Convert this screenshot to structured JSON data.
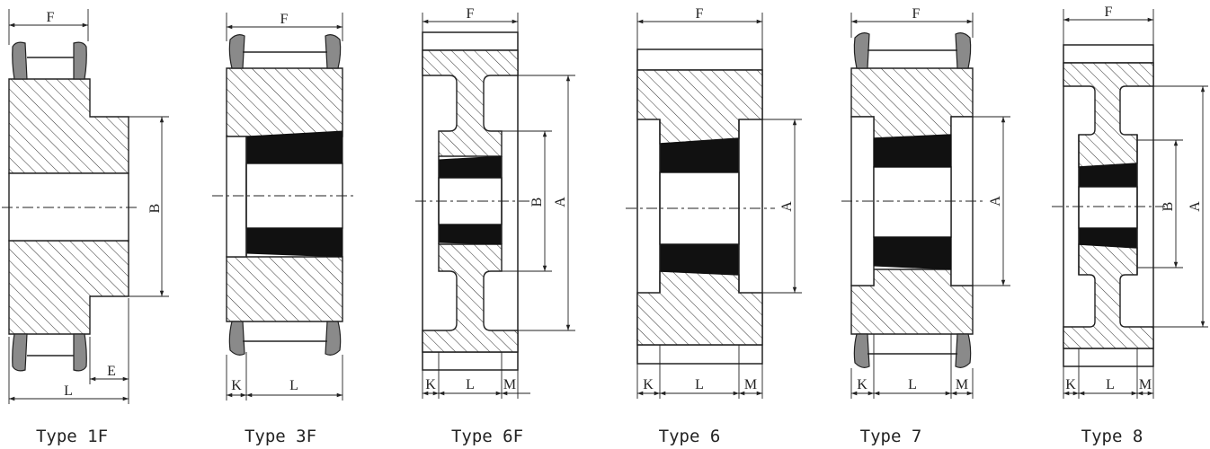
{
  "diagrams": [
    {
      "id": "type-1f",
      "caption": "Type 1F",
      "dims": {
        "F": "F",
        "B": "B",
        "E": "E",
        "L": "L"
      }
    },
    {
      "id": "type-3f",
      "caption": "Type 3F",
      "dims": {
        "F": "F",
        "K": "K",
        "L": "L"
      }
    },
    {
      "id": "type-6f",
      "caption": "Type 6F",
      "dims": {
        "F": "F",
        "A": "A",
        "B": "B",
        "K": "K",
        "L": "L",
        "M": "M"
      }
    },
    {
      "id": "type-6",
      "caption": "Type 6",
      "dims": {
        "F": "F",
        "A": "A",
        "K": "K",
        "L": "L",
        "M": "M"
      }
    },
    {
      "id": "type-7",
      "caption": "Type 7",
      "dims": {
        "F": "F",
        "A": "A",
        "K": "K",
        "L": "L",
        "M": "M"
      }
    },
    {
      "id": "type-8",
      "caption": "Type 8",
      "dims": {
        "F": "F",
        "A": "A",
        "B": "B",
        "K": "K",
        "L": "L",
        "M": "M"
      }
    }
  ]
}
